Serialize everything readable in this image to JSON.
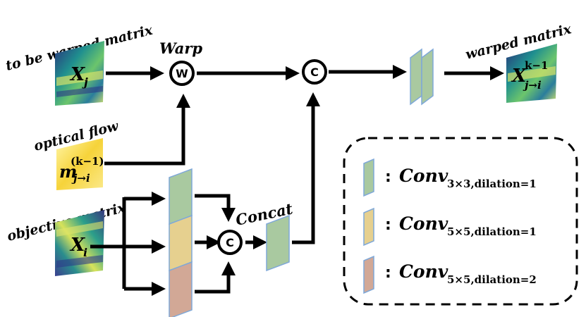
{
  "labels": {
    "to_be_warped": "to be warped matrix",
    "optical_flow": "optical flow",
    "objective_matrix": "objective matrix",
    "warped_matrix": "warped matrix",
    "warp": "Warp",
    "concat": "Concat"
  },
  "nodes": {
    "warp_symbol": "W",
    "concat_symbol": "C"
  },
  "math": {
    "xj": "X",
    "xj_sub": "j",
    "xi": "X",
    "xi_sub": "i",
    "flow_m": "m",
    "flow_sup": "(k−1)",
    "flow_sub": "j→i",
    "out_x": "X",
    "out_sup": "k−1",
    "out_sub": "j→i"
  },
  "legend": {
    "items": [
      {
        "colon": ":",
        "name": "Conv",
        "sub": "3×3,dilation=1",
        "color": "#a9c9a0"
      },
      {
        "colon": ":",
        "name": "Conv",
        "sub": "5×5,dilation=1",
        "color": "#e6d08f"
      },
      {
        "colon": ":",
        "name": "Conv",
        "sub": "5×5,dilation=2",
        "color": "#d2a896"
      }
    ]
  },
  "colors": {
    "green_conv": "#a9c9a0",
    "yellow_conv": "#e6d08f",
    "red_conv": "#d2a896",
    "edge": "#7fa8d8"
  }
}
